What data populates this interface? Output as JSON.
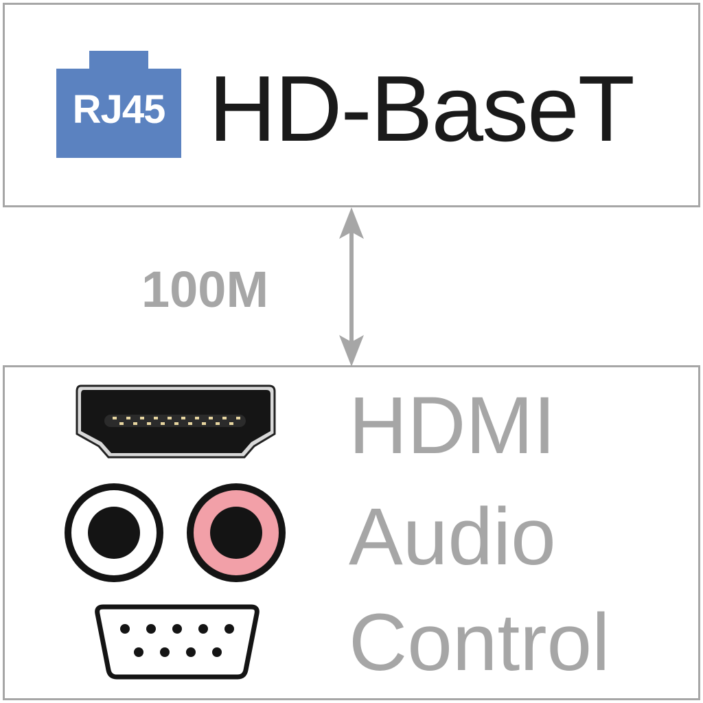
{
  "top": {
    "connector_icon": "rj45-icon",
    "connector_label": "RJ45",
    "title": "HD-BaseT",
    "accent_color": "#5b82c0"
  },
  "link": {
    "label": "100M",
    "direction": "bidirectional",
    "color": "#a6a6a6"
  },
  "bottom": {
    "items": [
      {
        "icon": "hdmi-port-icon",
        "label": "HDMI"
      },
      {
        "icon": "rca-audio-jacks-icon",
        "label": "Audio"
      },
      {
        "icon": "db9-serial-port-icon",
        "label": "Control"
      }
    ],
    "label_color": "#a6a6a6"
  }
}
